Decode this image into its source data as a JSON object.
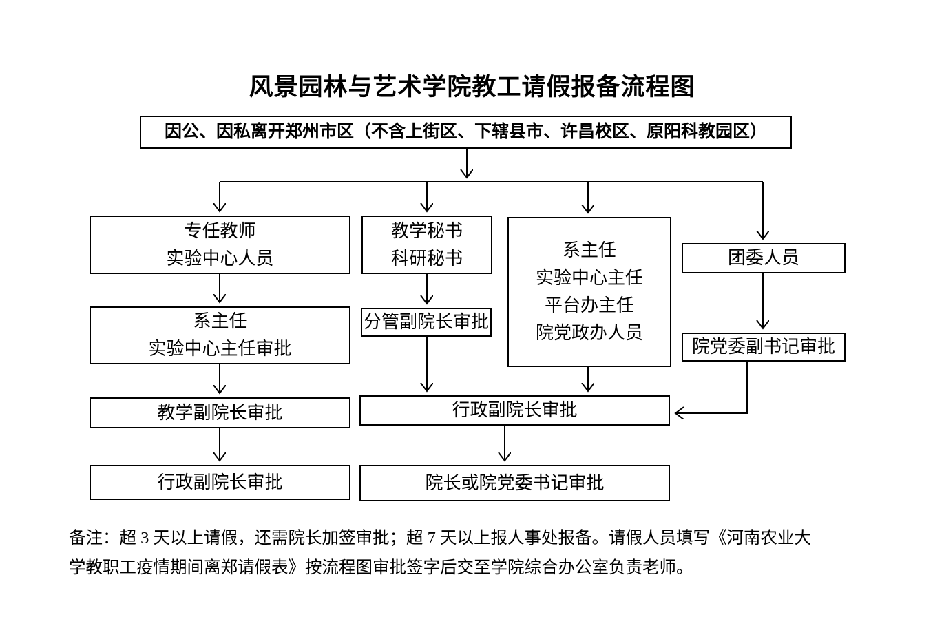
{
  "page": {
    "title": "风景园林与艺术学院教工请假报备流程图"
  },
  "flowchart": {
    "start": {
      "label": "因公、因私离开郑州市区（不含上街区、下辖县市、许昌校区、原阳科教园区）"
    },
    "nodes": {
      "full_time_teachers": {
        "lines": [
          "专任教师",
          "实验中心人员"
        ]
      },
      "teaching_research_secretary": {
        "lines": [
          "教学秘书",
          "科研秘书"
        ]
      },
      "dept_heads_group": {
        "lines": [
          "系主任",
          "实验中心主任",
          "平台办主任",
          "院党政办人员"
        ]
      },
      "youth_league_staff": {
        "lines": [
          "团委人员"
        ]
      },
      "dept_head_center_director_approval": {
        "lines": [
          "系主任",
          "实验中心主任审批"
        ]
      },
      "charge_vice_dean_approval": {
        "lines": [
          "分管副院长审批"
        ]
      },
      "party_deputy_secretary_approval": {
        "lines": [
          "院党委副书记审批"
        ]
      },
      "teaching_vice_dean_approval": {
        "lines": [
          "教学副院长审批"
        ]
      },
      "admin_vice_dean_approval_main": {
        "lines": [
          "行政副院长审批"
        ]
      },
      "admin_vice_dean_approval_left": {
        "lines": [
          "行政副院长审批"
        ]
      },
      "dean_or_party_secretary_approval": {
        "lines": [
          "院长或院党委书记审批"
        ]
      }
    }
  },
  "note": {
    "lines": [
      "备注：超 3 天以上请假，还需院长加签审批；超 7 天以上报人事处报备。请假人员填写《河南农业大",
      "学教职工疫情期间离郑请假表》按流程图审批签字后交至学院综合办公室负责老师。"
    ]
  }
}
